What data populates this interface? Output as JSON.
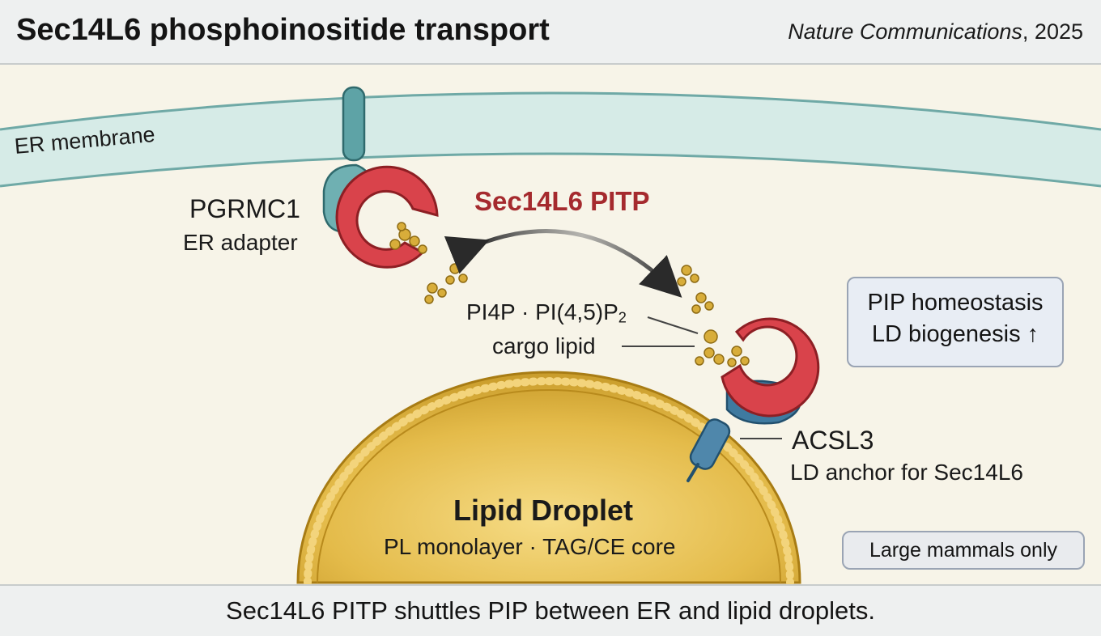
{
  "header": {
    "title": "Sec14L6 phosphoinositide transport",
    "journal": "Nature Communications",
    "year": ", 2025"
  },
  "labels": {
    "er_membrane": "ER membrane",
    "pgrmc1_name": "PGRMC1",
    "pgrmc1_role": "ER adapter",
    "pitp_name": "Sec14L6 PITP",
    "cargo_species_a": "PI4P · PI(4,5)P",
    "cargo_species_sub": "2",
    "cargo_role": "cargo lipid",
    "acsl3_name": "ACSL3",
    "acsl3_role": "LD anchor for Sec14L6",
    "ld_title": "Lipid Droplet",
    "ld_subtitle": "PL monolayer · TAG/CE core"
  },
  "outcome_box": {
    "line1": "PIP homeostasis",
    "line2": "LD biogenesis ↑"
  },
  "note_box": "Large mammals only",
  "footer": "Sec14L6 PITP shuttles PIP between ER and lipid droplets.",
  "colors": {
    "er_band": "#d6ebe7",
    "pitp": "#d9434b",
    "pgrmc1": "#5ea3a6",
    "acsl3": "#3f7aa0",
    "lipid": "#d8ad3a",
    "droplet": "#d9b03c",
    "pitp_label": "#a52a2e"
  }
}
